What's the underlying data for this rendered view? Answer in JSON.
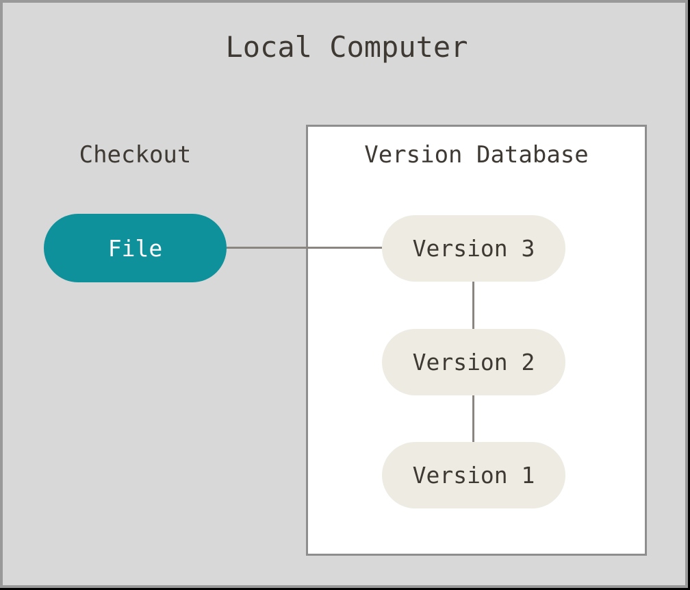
{
  "diagram": {
    "title": "Local Computer",
    "checkout_label": "Checkout",
    "file_node": {
      "label": "File"
    },
    "database": {
      "title": "Version Database",
      "versions": [
        {
          "label": "Version 3"
        },
        {
          "label": "Version 2"
        },
        {
          "label": "Version 1"
        }
      ]
    },
    "colors": {
      "background": "#d8d8d8",
      "frame_border": "#999999",
      "outer_edge": "#000000",
      "box_fill": "#ffffff",
      "box_border": "#8e8e8e",
      "file_fill": "#0f919b",
      "file_text": "#ffffff",
      "version_fill": "#edebe2",
      "text_dark": "#3e3933",
      "connector": "#8a857f"
    }
  }
}
